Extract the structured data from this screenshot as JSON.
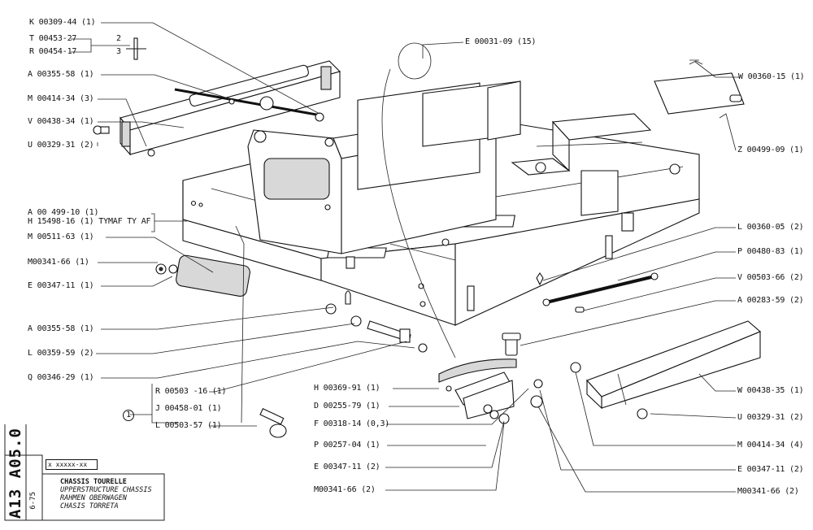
{
  "labels_left": [
    {
      "key": "k00309",
      "text": "K 00309-44  (1)"
    },
    {
      "key": "t00453",
      "text": "T 00453-27"
    },
    {
      "key": "r00454",
      "text": "R 00454-17"
    },
    {
      "key": "a00355a",
      "text": "A 00355-58  (1)"
    },
    {
      "key": "m00414a",
      "text": "M 00414-34  (3)"
    },
    {
      "key": "v00438",
      "text": "V 00438-34  (1)"
    },
    {
      "key": "u00329a",
      "text": "U 00329-31  (2)"
    },
    {
      "key": "a00499",
      "text": "A 00 499-10 (1)"
    },
    {
      "key": "h15498",
      "text": "H 15498-16  (1) TYMAF   TY AF"
    },
    {
      "key": "m00511",
      "text": "M 00511-63  (1)"
    },
    {
      "key": "m00341a",
      "text": "M00341-66 (1)"
    },
    {
      "key": "e00347a",
      "text": "E 00347-11 (1)"
    },
    {
      "key": "a00355b",
      "text": "A 00355-58  (1)"
    },
    {
      "key": "l00359",
      "text": "L 00359-59  (2)"
    },
    {
      "key": "q00346",
      "text": "Q 00346-29  (1)"
    },
    {
      "key": "r00503",
      "text": "R 00503 -16 (1)"
    },
    {
      "key": "j00458",
      "text": "J 00458-01 (1)"
    },
    {
      "key": "l00503",
      "text": "L 00503-57 (1)"
    }
  ],
  "labels_center": [
    {
      "key": "e00031",
      "text": "E 00031-09 (15)"
    },
    {
      "key": "h00369",
      "text": "H 00369-91  (1)"
    },
    {
      "key": "d00255",
      "text": "D 00255-79  (1)"
    },
    {
      "key": "f00318",
      "text": "F 00318-14  (0,3)"
    },
    {
      "key": "p00257",
      "text": "P 00257-04  (1)"
    },
    {
      "key": "e00347b",
      "text": "E 00347-11 (2)"
    },
    {
      "key": "m00341b",
      "text": "M00341-66 (2)"
    }
  ],
  "labels_right": [
    {
      "key": "w00360",
      "text": "W 00360-15  (1)"
    },
    {
      "key": "z00499",
      "text": "Z 00499-09  (1)"
    },
    {
      "key": "l00360",
      "text": "L 00360-05  (2)"
    },
    {
      "key": "p00480",
      "text": "P 00480-83  (1)"
    },
    {
      "key": "v00503",
      "text": "V 00503-66  (2)"
    },
    {
      "key": "a00283",
      "text": "A 00283-59  (2)"
    },
    {
      "key": "w00438",
      "text": "W 00438-35  (1)"
    },
    {
      "key": "u00329b",
      "text": "U 00329-31  (2)"
    },
    {
      "key": "m00414b",
      "text": "M 00414-34  (4)"
    },
    {
      "key": "e00347c",
      "text": "E 00347-11 (2)"
    },
    {
      "key": "m00341c",
      "text": "M00341-66 (2)"
    }
  ],
  "bracket_qty": {
    "t": "2",
    "r": "3"
  },
  "circle_ref": "1",
  "sheet": {
    "code_vertical": "A13 A05.0",
    "date": "6-75",
    "code_box": "x xxxxx-xx",
    "title_fr": "CHASSIS TOURELLE",
    "title_en": "UPPERSTRUCTURE CHASSIS",
    "title_de": "RAHMEN OBERWAGEN",
    "title_es": "CHASIS TORRETA"
  }
}
